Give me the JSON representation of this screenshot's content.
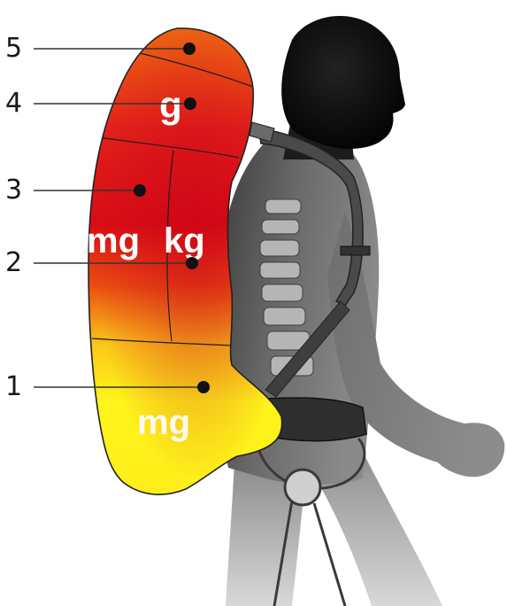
{
  "callouts": [
    {
      "number": "5"
    },
    {
      "number": "4"
    },
    {
      "number": "3"
    },
    {
      "number": "2"
    },
    {
      "number": "1"
    }
  ],
  "zone_labels": {
    "top": "g",
    "middle_left": "mg",
    "middle_right": "kg",
    "bottom": "mg"
  },
  "colors": {
    "heat_red": "#d90d12",
    "heat_orange": "#ef5a14",
    "heat_yellow": "#fff21c",
    "silhouette": "#555555",
    "head_dark": "#111111",
    "outline": "#222222"
  }
}
